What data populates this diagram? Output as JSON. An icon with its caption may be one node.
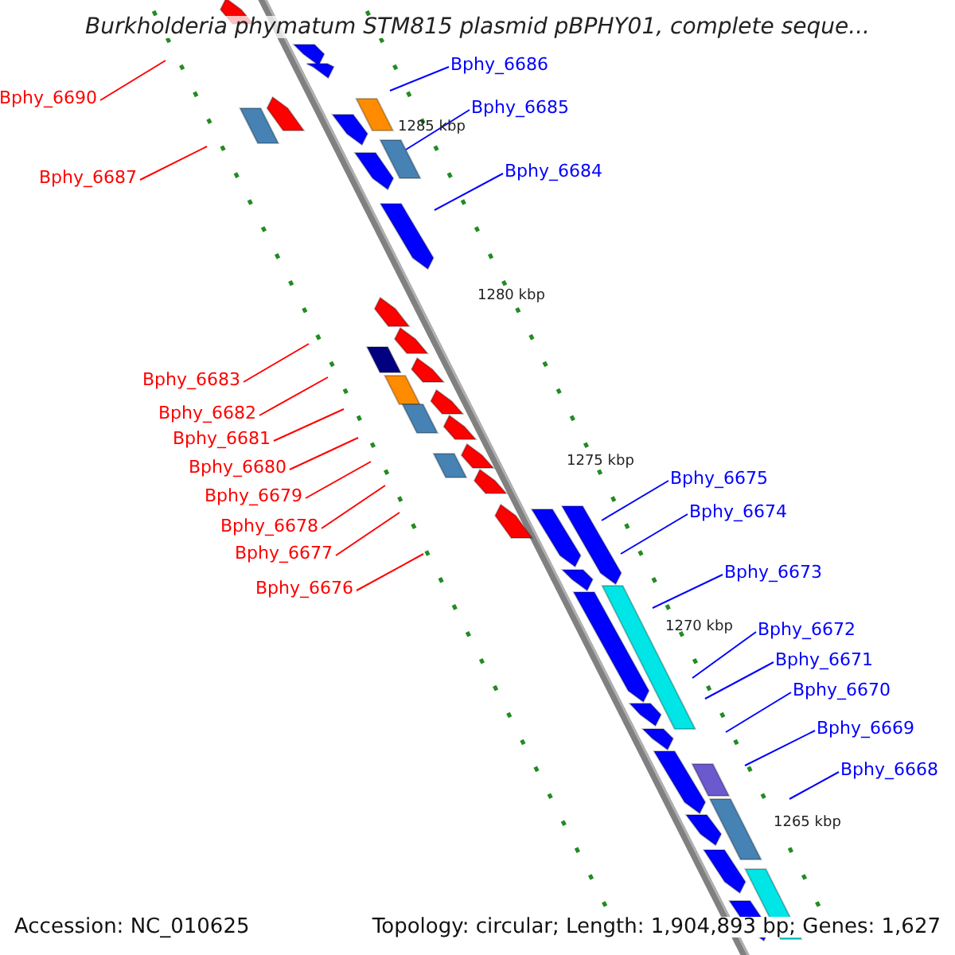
{
  "diagram": {
    "title": "Burkholderia phymatum STM815 plasmid pBPHY01, complete seque...",
    "nodes": [
      {
        "text": [
          "Bphy_6686"
        ]
      },
      {
        "text": [
          "Bphy_6690"
        ]
      },
      {
        "text": [
          "Bphy_6685"
        ]
      },
      {
        "text": [
          "Bphy_6684"
        ]
      },
      {
        "text": [
          "Bphy_6687"
        ]
      },
      {
        "text": [
          "Bphy_6683"
        ]
      },
      {
        "text": [
          "Bphy_6682"
        ]
      },
      {
        "text": [
          "Bphy_6681"
        ]
      },
      {
        "text": [
          "Bphy_6680"
        ]
      },
      {
        "text": [
          "Bphy_6675"
        ]
      },
      {
        "text": [
          "Bphy_6679"
        ]
      },
      {
        "text": [
          "Bphy_6674"
        ]
      },
      {
        "text": [
          "Bphy_6678"
        ]
      },
      {
        "text": [
          "Bphy_6677"
        ]
      },
      {
        "text": [
          "Bphy_6673"
        ]
      },
      {
        "text": [
          "Bphy_6676"
        ]
      },
      {
        "text": [
          "Bphy_6672"
        ]
      },
      {
        "text": [
          "Bphy_6671"
        ]
      },
      {
        "text": [
          "Bphy_6670"
        ]
      },
      {
        "text": [
          "Bphy_6669"
        ]
      },
      {
        "text": [
          "Bphy_6668"
        ]
      }
    ],
    "edges": [
      {
        "from": 0,
        "to": null,
        "arrow": "none"
      },
      {
        "from": 1,
        "to": null,
        "arrow": "none",
        "color": "#ff0000"
      },
      {
        "from": 2,
        "to": null,
        "arrow": "none"
      },
      {
        "from": 3,
        "to": null,
        "arrow": "none"
      },
      {
        "from": 4,
        "to": null,
        "arrow": "none",
        "color": "#ff0000"
      },
      {
        "from": 5,
        "to": null,
        "arrow": "none",
        "color": "#ff0000"
      },
      {
        "from": 6,
        "to": null,
        "arrow": "none",
        "color": "#ff0000"
      },
      {
        "from": 7,
        "to": null,
        "arrow": "none",
        "color": "#ff0000"
      },
      {
        "from": 8,
        "to": null,
        "arrow": "none",
        "color": "#ff0000"
      },
      {
        "from": 9,
        "to": null,
        "arrow": "none"
      },
      {
        "from": 10,
        "to": null,
        "arrow": "none",
        "color": "#ff0000"
      },
      {
        "from": 11,
        "to": null,
        "arrow": "none"
      },
      {
        "from": 12,
        "to": null,
        "arrow": "none",
        "color": "#ff0000"
      },
      {
        "from": 13,
        "to": null,
        "arrow": "none",
        "color": "#ff0000"
      },
      {
        "from": 14,
        "to": null,
        "arrow": "none"
      },
      {
        "from": 15,
        "to": null,
        "arrow": "none",
        "color": "#ff0000"
      },
      {
        "from": 16,
        "to": null,
        "arrow": "none"
      },
      {
        "from": 17,
        "to": null,
        "arrow": "none"
      },
      {
        "from": 18,
        "to": null,
        "arrow": "none"
      },
      {
        "from": 19,
        "to": null,
        "arrow": "none"
      },
      {
        "from": 20,
        "to": null,
        "arrow": "none"
      }
    ],
    "labels": [
      "1285 kbp",
      "1280 kbp",
      "1275 kbp",
      "1270 kbp",
      "1265 kbp",
      "Accession: NC_010625",
      "Topology: circular; Length: 1,904,893 bp; Genes: 1,627"
    ]
  }
}
